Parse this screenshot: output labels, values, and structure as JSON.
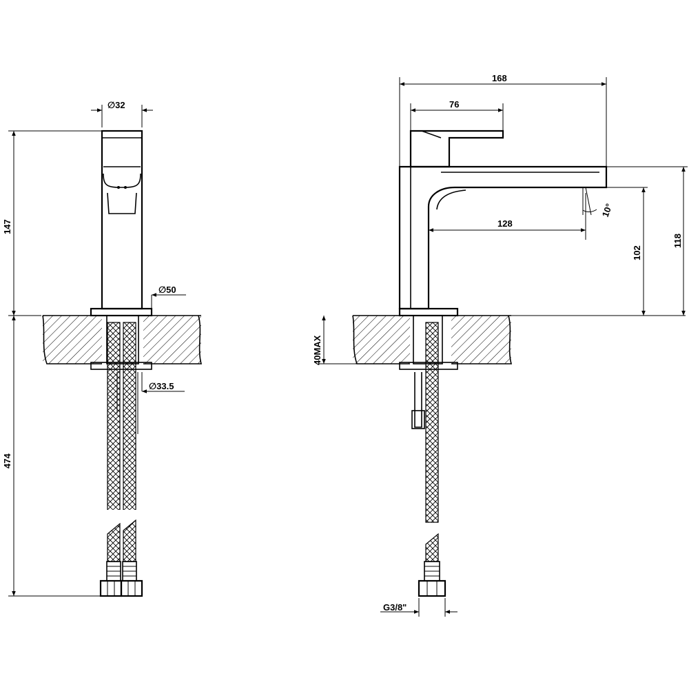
{
  "dimensions": {
    "front": {
      "tap_diameter": "∅32",
      "total_height": "147",
      "base_diameter": "∅50",
      "shank_diameter": "∅33.5",
      "hose_length": "474"
    },
    "side": {
      "overall_length": "168",
      "handle_length": "76",
      "spout_reach": "128",
      "spout_height": "102",
      "body_height": "118",
      "max_counter_thickness": "40MAX",
      "flow_angle": "10°",
      "connection_thread": "G3/8\""
    }
  },
  "colors": {
    "line": "#000000",
    "background": "#ffffff"
  }
}
